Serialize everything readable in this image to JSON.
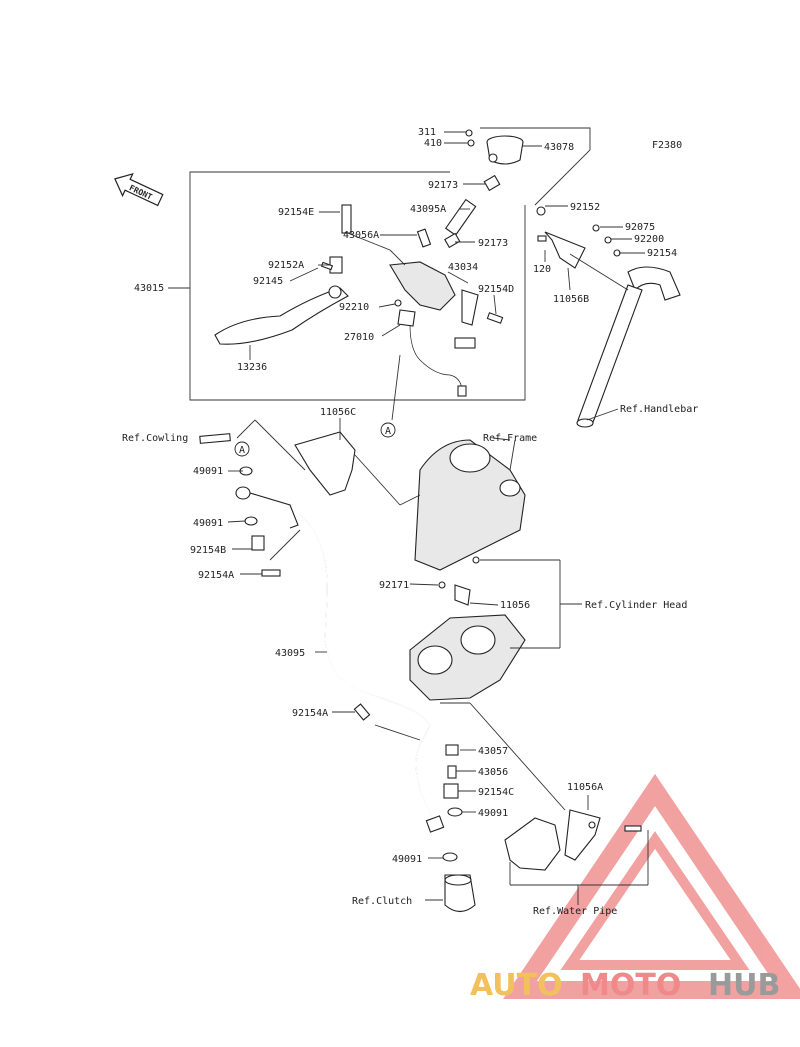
{
  "diagram_code": "F2380",
  "front_label": "FRONT",
  "parts": {
    "p311": "311",
    "p410": "410",
    "p43078": "43078",
    "p92173a": "92173",
    "p92152": "92152",
    "p43095A": "43095A",
    "p92075": "92075",
    "p92154E": "92154E",
    "p43056A": "43056A",
    "p92173b": "92173",
    "p92200": "92200",
    "p92154": "92154",
    "p120": "120",
    "p92152A": "92152A",
    "p43034": "43034",
    "p11056B": "11056B",
    "p92145": "92145",
    "p43015": "43015",
    "p92154D": "92154D",
    "p92210": "92210",
    "p27010": "27010",
    "p13236": "13236",
    "p11056C": "11056C",
    "p49091a": "49091",
    "p49091b": "49091",
    "p92154B": "92154B",
    "p92154Aa": "92154A",
    "p92171": "92171",
    "p11056": "11056",
    "p43095": "43095",
    "p92154Ab": "92154A",
    "p43057": "43057",
    "p43056": "43056",
    "p92154C": "92154C",
    "p49091c": "49091",
    "p49091d": "49091",
    "p11056A": "11056A"
  },
  "refs": {
    "handlebar": "Ref.Handlebar",
    "cowling": "Ref.Cowling",
    "frame": "Ref.Frame",
    "cylinder_head": "Ref.Cylinder Head",
    "clutch": "Ref.Clutch",
    "water_pipe": "Ref.Water Pipe"
  },
  "callout_a": "A",
  "watermark": {
    "auto": "AUTO",
    "moto": "MOTO",
    "hub": "HUB",
    "colors": {
      "auto": "#f2c15e",
      "moto": "#f08a8a",
      "hub": "#9a9a9a",
      "triangle": "#f08a8a"
    }
  }
}
